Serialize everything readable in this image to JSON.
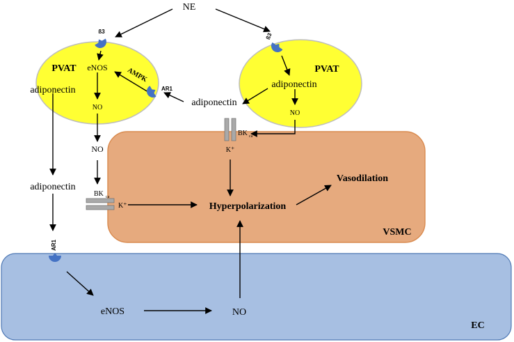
{
  "labels": {
    "ne": "NE",
    "beta3_left": "ß3",
    "beta3_right": "ß3",
    "pvat_left": "PVAT",
    "pvat_right": "PVAT",
    "enos_left": "eNOS",
    "ampk": "AMPK",
    "ar1_upper": "AR1",
    "adiponectin_left_ellipse": "adiponectin",
    "no_left_ellipse": "NO",
    "adiponectin_right_ellipse": "adiponectin",
    "no_right_ellipse": "NO",
    "adiponectin_middle": "adiponectin",
    "no_left_middle": "NO",
    "adiponectin_left_lower": "adiponectin",
    "bk_left": "BK",
    "bk_left_sub": "ca",
    "k_left": "K⁺",
    "bk_right": "BK",
    "bk_right_sub": "ca",
    "k_right": "K⁺",
    "hyperpolarization": "Hyperpolarization",
    "vasodilation": "Vasodilation",
    "vsmc": "VSMC",
    "ar1_lower": "AR1",
    "enos_bottom": "eNOS",
    "no_bottom": "NO",
    "ec": "EC"
  },
  "colors": {
    "pvat_fill": "#ffff33",
    "pvat_stroke": "#bdbdbd",
    "vsmc_fill": "#e6aa7e",
    "vsmc_stroke": "#d98a4e",
    "ec_fill": "#a7bfe2",
    "ec_stroke": "#4f79b5",
    "receptor_fill": "#4472c4",
    "channel_fill": "#a9a9a9"
  },
  "icons": {
    "receptor": "receptor-icon",
    "channel": "ion-channel-icon"
  }
}
